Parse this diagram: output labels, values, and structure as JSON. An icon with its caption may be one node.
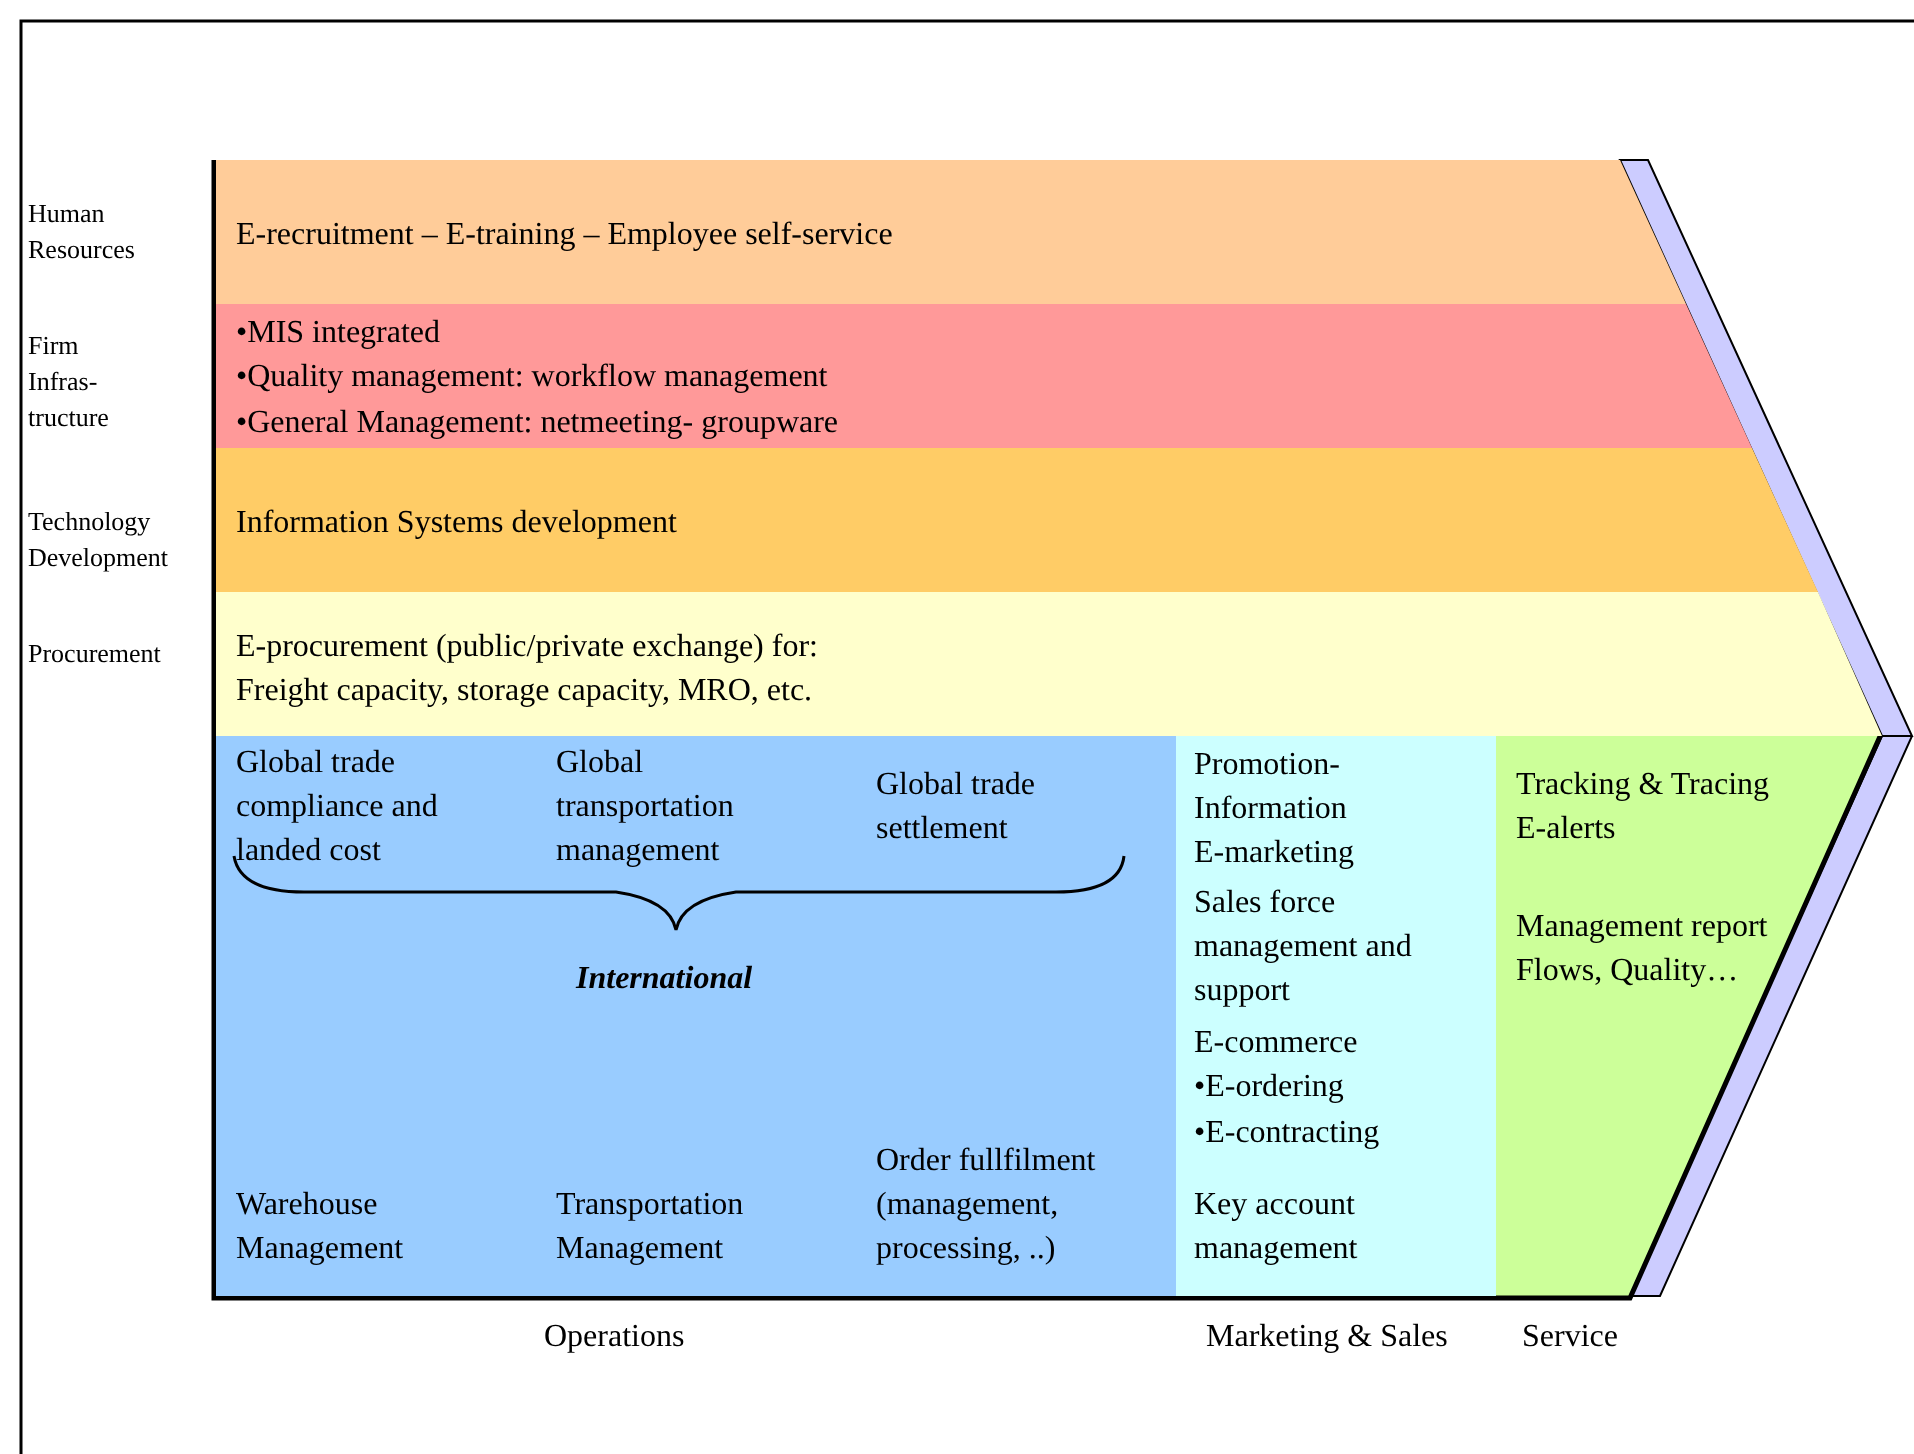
{
  "diagram": {
    "nodes": [
      {
        "text": [
          "Human Resources",
          "E-recruitment – E-training – Employee self-service"
        ]
      },
      {
        "text": [
          "Firm Infras- tructure",
          "•MIS integrated",
          "•Quality management: workflow management",
          "•General Management: netmeeting- groupware"
        ]
      },
      {
        "text": [
          "Technology Development",
          "Information Systems development"
        ]
      },
      {
        "text": [
          "Procurement",
          "E-procurement (public/private exchange) for:",
          "Freight capacity, storage capacity, MRO, etc."
        ]
      },
      {
        "text": [
          "Global trade compliance and landed cost",
          "Global transportation management",
          "Global trade settlement",
          "International",
          "Warehouse Management",
          "Transportation Management",
          "Order fullfilment (management, processing, ..)",
          "Operations"
        ]
      },
      {
        "text": [
          "Promotion- Information E-marketing",
          "Sales force management and support",
          "E-commerce",
          "•E-ordering",
          "•E-contracting",
          "Key account management",
          "Marketing & Sales"
        ]
      },
      {
        "text": [
          "Tracking & Tracing",
          "E-alerts",
          "Management report",
          "Flows, Quality…",
          "Service"
        ]
      }
    ]
  }
}
